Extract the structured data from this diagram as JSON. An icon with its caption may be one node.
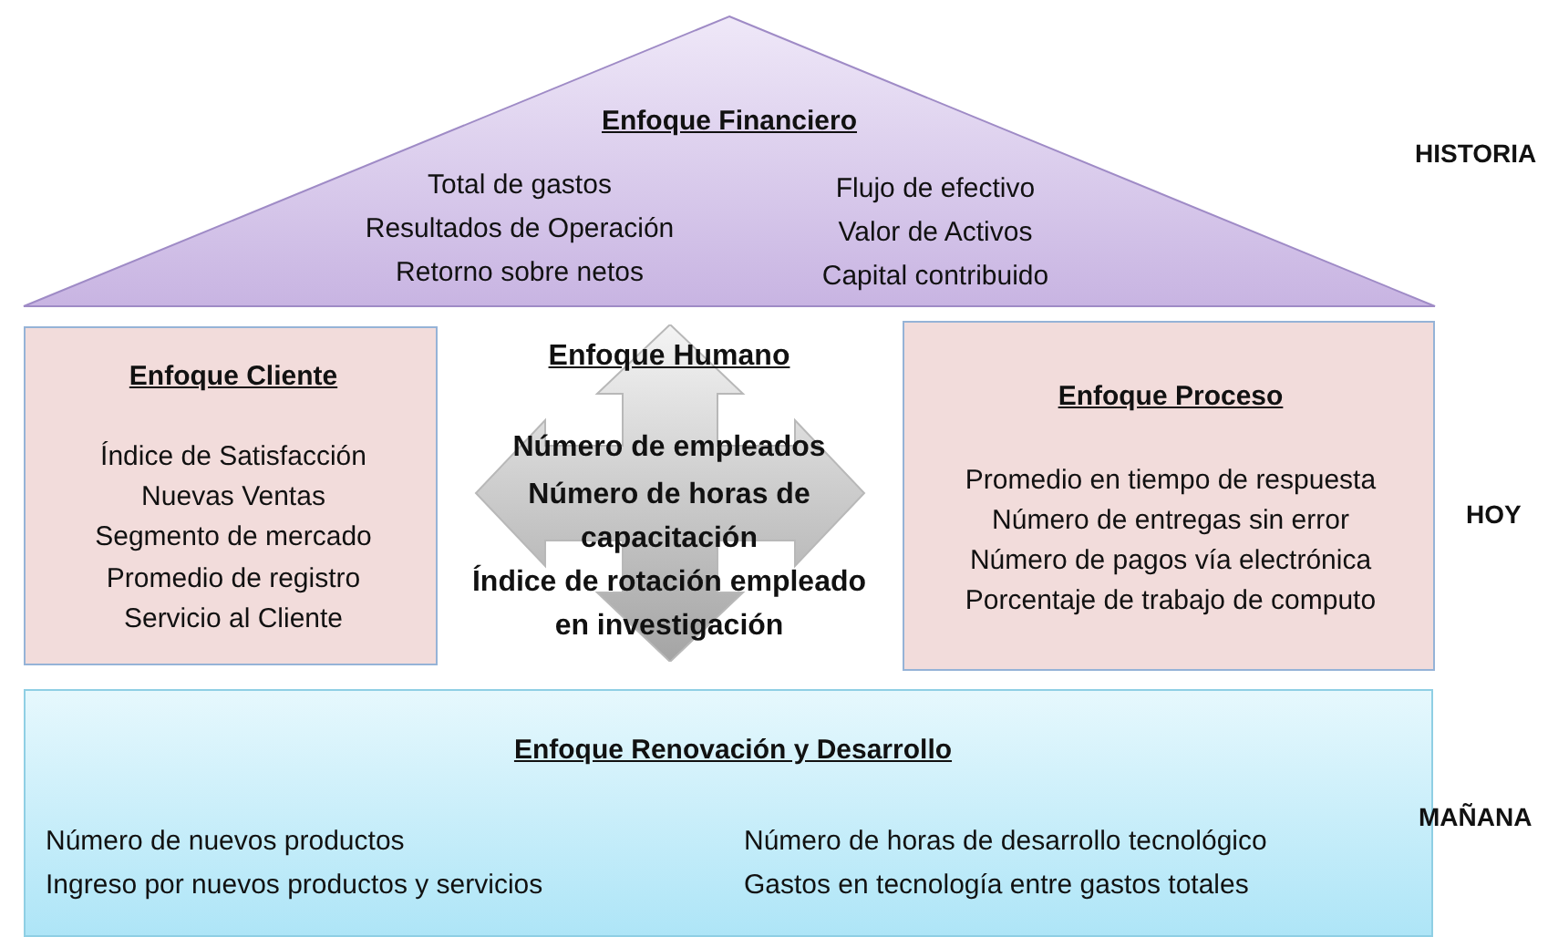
{
  "diagram": {
    "nodes": [
      {
        "text": [
          "Enfoque Financiero",
          "Total de gastos",
          "Resultados de Operación",
          "Retorno sobre netos",
          "Flujo de efectivo",
          "Valor de Activos",
          "Capital contribuido"
        ]
      },
      {
        "text": [
          "Enfoque Cliente",
          "Índice de Satisfacción",
          "Nuevas Ventas",
          "Segmento de mercado",
          "Promedio de registro",
          "Servicio al Cliente"
        ]
      },
      {
        "text": [
          "Enfoque Humano",
          "Número de empleados",
          "Número de horas de capacitación",
          "Índice de rotación empleado en investigación"
        ]
      },
      {
        "text": [
          "Enfoque Proceso",
          "Promedio en tiempo de respuesta",
          "Número de entregas sin error",
          "Número de pagos vía electrónica",
          "Porcentaje de trabajo de computo"
        ]
      },
      {
        "text": [
          "Enfoque Renovación y Desarrollo",
          "Número de nuevos productos",
          "Ingreso por nuevos productos y servicios",
          "Número de horas de desarrollo tecnológico",
          "Gastos en tecnología entre gastos totales"
        ]
      }
    ],
    "labels": [
      "HISTORIA",
      "HOY",
      "MAÑANA"
    ]
  }
}
